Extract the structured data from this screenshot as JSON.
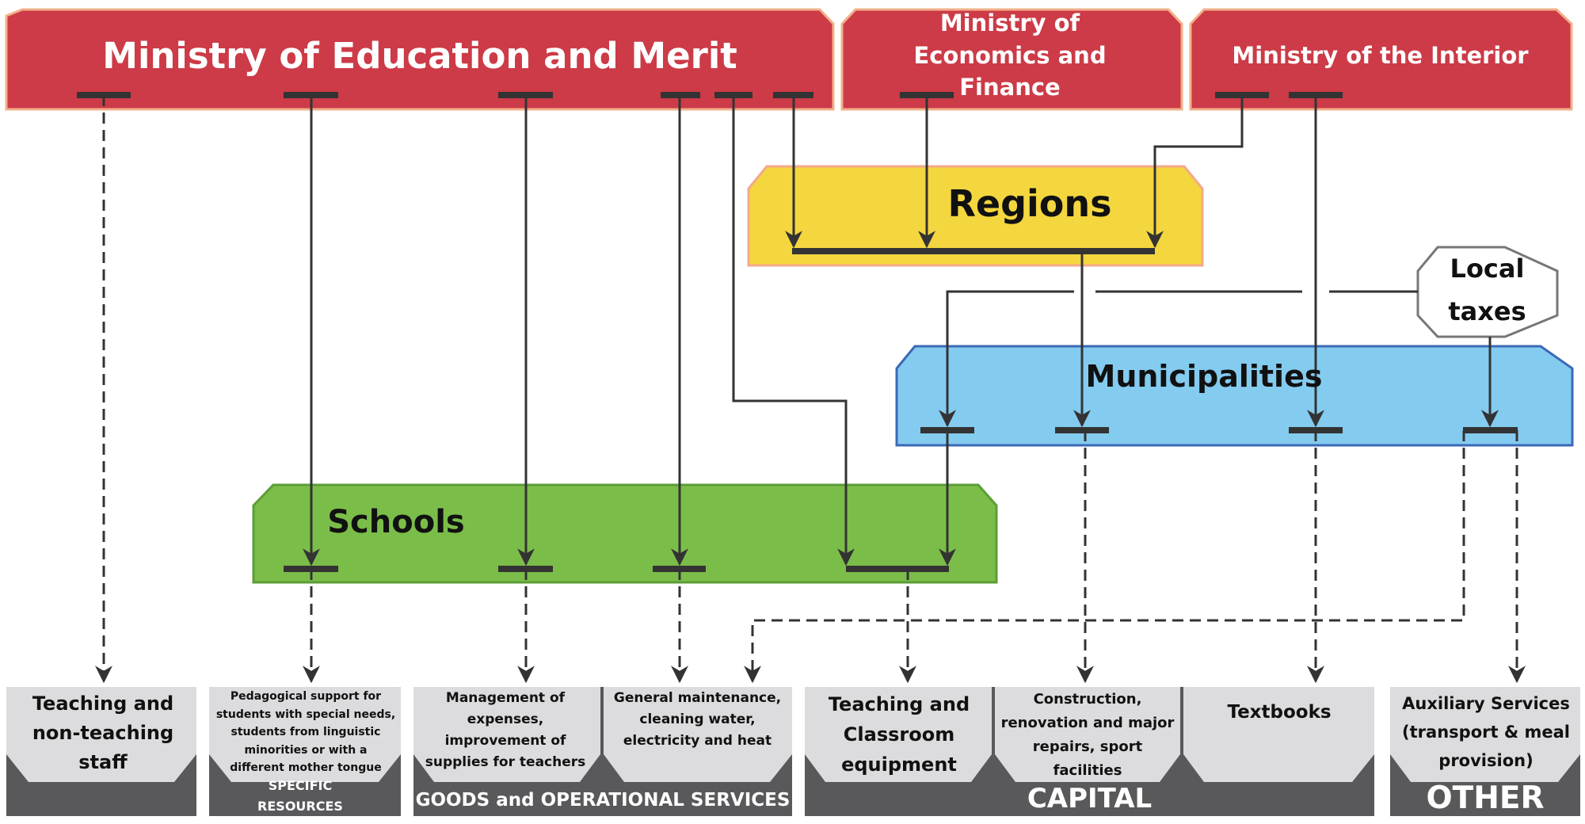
{
  "entities": {
    "ministry_education": "Ministry of Education and Merit",
    "ministry_economics": "Ministry of Economics and Finance",
    "ministry_interior": "Ministry of the Interior",
    "regions": "Regions",
    "municipalities": "Municipalities",
    "local_taxes": "Local taxes",
    "schools": "Schools"
  },
  "expense_items": {
    "staff": "Teaching and non-teaching staff",
    "pedagogical": "Pedagogical support for students with special needs, students from linguistic minorities or with a different mother tongue",
    "management": "Management of expenses, improvement of supplies for teachers",
    "maintenance": "General maintenance, cleaning water, electricity and heat",
    "equipment": "Teaching and Classroom equipment",
    "construction": "Construction, renovation and major repairs, sport facilities",
    "textbooks": "Textbooks",
    "auxiliary": "Auxiliary Services (transport & meal provision)"
  },
  "categories": {
    "specific": "SPECIFIC RESOURCES",
    "goods": "GOODS and OPERATIONAL SERVICES",
    "capital": "CAPITAL",
    "other": "OTHER"
  },
  "colors": {
    "ministry": "#cc3b47",
    "regions": "#f4d63f",
    "municipalities": "#84cbf0",
    "schools": "#7bbd49",
    "category_top": "#dcdcde",
    "category_bottom": "#59595c",
    "line": "#333333"
  }
}
